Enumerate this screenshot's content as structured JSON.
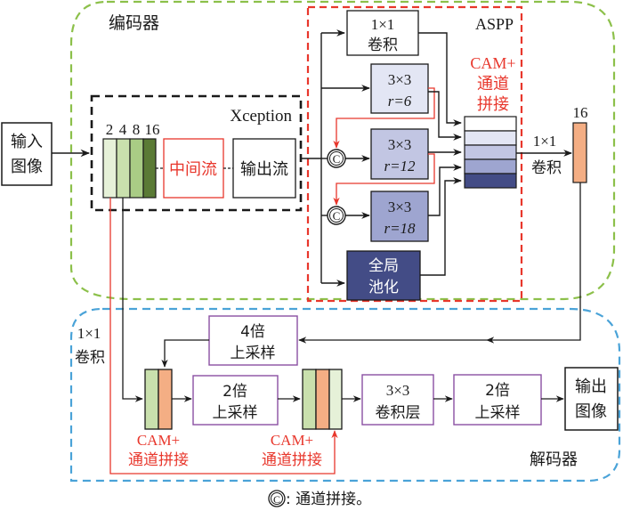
{
  "colors": {
    "encoder_border": "#8cc04a",
    "decoder_border": "#4aa3d8",
    "aspp_border": "#e8372c",
    "xception_border": "#1a1a1a",
    "red_line": "#e8372c",
    "upsample_border": "#8a4fa3",
    "green_1": "#e6f1d8",
    "green_2": "#c9e0ad",
    "green_3": "#a9cc85",
    "green_4": "#5a7a35",
    "orange": "#f4ae84",
    "blue_1": "#ffffff",
    "blue_2": "#e3e6f4",
    "blue_3": "#c2c6e3",
    "blue_4": "#9ea5d0",
    "blue_5": "#434c86",
    "aspp_r6": "#e3e6f4",
    "aspp_r12": "#c2c6e3",
    "aspp_r18": "#9ea5d0",
    "aspp_pool": "#434c86"
  },
  "encoder": {
    "label": "编码器",
    "input": {
      "line1": "输入",
      "line2": "图像"
    },
    "xception": {
      "label": "Xception",
      "stride_labels": [
        "2",
        "4",
        "8",
        "16"
      ],
      "middle_flow": "中间流",
      "exit_flow": "输出流"
    },
    "aspp": {
      "label": "ASPP",
      "conv1x1": {
        "line1": "1×1",
        "line2": "卷积"
      },
      "atrous": [
        {
          "line1": "3×3",
          "line2": "r=6"
        },
        {
          "line1": "3×3",
          "line2": "r=12"
        },
        {
          "line1": "3×3",
          "line2": "r=18"
        }
      ],
      "pool": {
        "line1": "全局",
        "line2": "池化"
      },
      "concat_label": {
        "line1": "CAM+",
        "line2": "通道",
        "line3": "拼接"
      },
      "concat_symbol": "C"
    },
    "post_conv": {
      "line1": "1×1",
      "line2": "卷积"
    },
    "output_stride": "16"
  },
  "decoder": {
    "label": "解码器",
    "side_conv": {
      "line1": "1×1",
      "line2": "卷积"
    },
    "upsample4": {
      "line1": "4倍",
      "line2": "上采样"
    },
    "upsample2a": {
      "line1": "2倍",
      "line2": "上采样"
    },
    "conv3x3": {
      "line1": "3×3",
      "line2": "卷积层"
    },
    "upsample2b": {
      "line1": "2倍",
      "line2": "上采样"
    },
    "output": {
      "line1": "输出",
      "line2": "图像"
    },
    "concat1_label": {
      "line1": "CAM+",
      "line2": "通道拼接"
    },
    "concat2_label": {
      "line1": "CAM+",
      "line2": "通道拼接"
    }
  },
  "legend": {
    "symbol": "C",
    "text": ": 通道拼接。"
  }
}
